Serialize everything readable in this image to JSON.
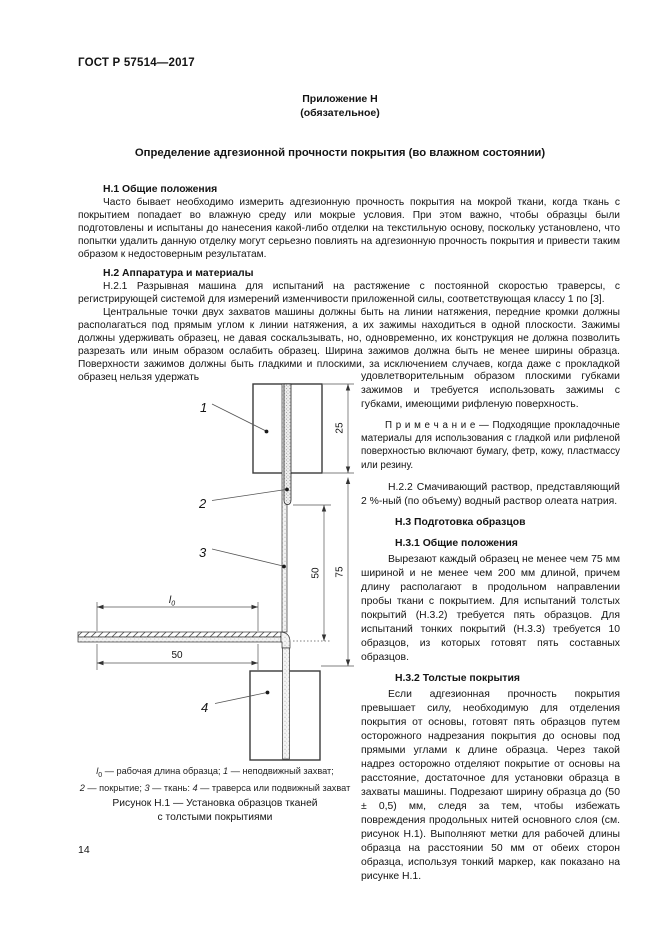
{
  "page": {
    "doc_number": "ГОСТ Р 57514—2017",
    "page_number": "14"
  },
  "appendix": {
    "label": "Приложение Н",
    "type": "(обязательное)",
    "title": "Определение адгезионной прочности покрытия (во влажном состоянии)"
  },
  "s_h1": {
    "heading": "Н.1 Общие положения",
    "p1": "Часто бывает необходимо измерить адгезионную прочность покрытия на мокрой ткани, когда ткань с покрытием попадает во влажную среду или мокрые условия. При этом важно, чтобы образцы были подготовлены и испытаны до нанесения какой-либо отделки на текстильную основу, поскольку установлено, что попытки удалить данную отделку могут серьезно повлиять на адгезионную прочность покрытия и привести таким образом к недостоверным результатам."
  },
  "s_h2": {
    "heading": "Н.2 Аппаратура и материалы",
    "p_h21": "Н.2.1 Разрывная машина для испытаний на растяжение с постоянной скоростью траверсы, с регистрирующей системой для измерений изменчивости приложенной силы, соответствующая классу 1 по [3].",
    "p_clamps": "Центральные точки двух захватов машины должны быть на линии натяжения, передние кромки должны располагаться под прямым углом к линии натяжения, а их зажимы находиться в одной плоскости. Зажимы должны удерживать образец, не давая соскальзывать, но, одновременно, их конструкция не должна позволить разрезать или иным образом ослабить образец. Ширина зажимов должна быть не менее ширины образца. Поверхности зажимов должны быть гладкими и плоскими, за исключением случаев, когда даже с прокладкой образец нельзя удержать",
    "p_clamps_cont": "удовлетворительным образом плоскими губками зажимов и требуется использовать зажимы с губками, имеющими рифленую поверхность.",
    "note": "П р и м е ч а н и е — Подходящие прокладочные материалы для использования с гладкой или рифленой поверхностью включают бумагу, фетр, кожу, пластмассу или резину.",
    "p_h22": "Н.2.2 Смачивающий раствор, представляющий 2 %-ный (по объему) водный раствор олеата натрия."
  },
  "s_h3": {
    "heading": "Н.3 Подготовка образцов",
    "h31_heading": "Н.3.1 Общие положения",
    "h31_p": "Вырезают каждый образец не менее чем 75 мм шириной и не менее чем 200 мм длиной, причем длину располагают в продольном направлении пробы ткани с покрытием. Для испытаний толстых покрытий (Н.3.2) требуется пять образцов. Для испытаний тонких покрытий (Н.3.3) требуется 10 образцов, из которых готовят пять составных образцов.",
    "h32_heading": "Н.3.2 Толстые покрытия",
    "h32_p": "Если адгезионная прочность покрытия превышает силу, необходимую для отделения покрытия от основы, готовят пять образцов путем осторожного надрезания покрытия до основы под прямыми углами к длине образца. Через такой надрез осторожно отделяют покрытие от основы на расстояние, достаточное для установки образца в захваты машины. Подрезают ширину образца до (50 ± 0,5) мм, следя за тем, чтобы избежать повреждения продольных нитей основного слоя (см. рисунок Н.1). Выполняют метки для рабочей длины образца на расстоянии 50 мм от обеих сторон образца, используя тонкий маркер, как показано на рисунке Н.1."
  },
  "figure": {
    "part_labels": {
      "n1": "1",
      "n2": "2",
      "n3": "3",
      "n4": "4"
    },
    "dims": {
      "clamp_height": "25",
      "cut_to_fold": "50",
      "clamp_to_fold": "75",
      "fold_width": "50"
    },
    "l0": {
      "symbol": "l",
      "sub": "0"
    },
    "caption": {
      "l0_text": " — рабочая длина образца; ",
      "n1": "1",
      "n1_text": " — неподвижный захват;",
      "n2": "2",
      "n2_text": " — покрытие; ",
      "n3": "3",
      "n3_text": " — ткань: ",
      "n4": "4",
      "n4_text": " — траверса или подвижный захват"
    },
    "title_line1": "Рисунок Н.1 — Установка образцов тканей",
    "title_line2": "с толстыми покрытиями"
  }
}
